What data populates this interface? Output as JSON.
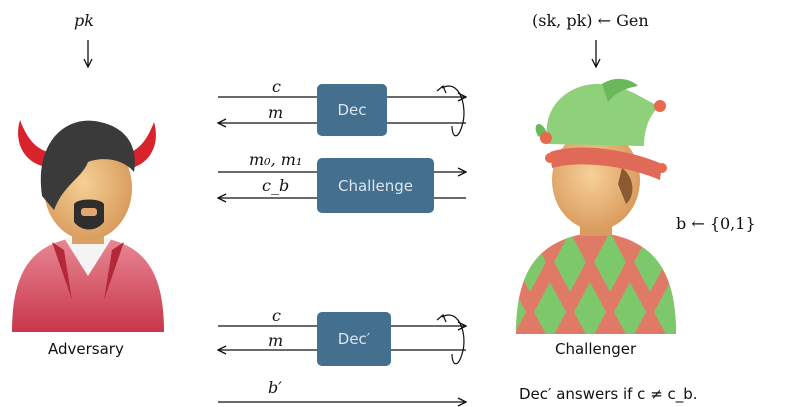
{
  "adversary": {
    "key_label": "pk",
    "name": "Adversary"
  },
  "challenger": {
    "keygen_label": "(sk, pk) ← Gen",
    "name": "Challenger"
  },
  "bit_sample": "b ← {0,1}",
  "exchanges": [
    {
      "oracle": "Dec",
      "forward": "c",
      "backward": "m"
    },
    {
      "oracle": "Challenge",
      "forward": "m₀, m₁",
      "backward": "c_b"
    },
    {
      "oracle": "Dec′",
      "forward": "c",
      "backward": "m"
    }
  ],
  "final_message": "b′",
  "note": "Dec′ answers if c ≠ c_b."
}
